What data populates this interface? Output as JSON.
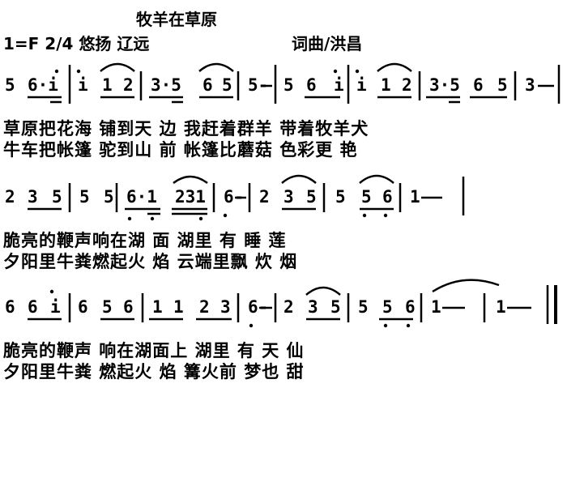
{
  "header": {
    "title": "牧羊在草原",
    "key_tempo": "1=F 2/4 悠扬 辽远",
    "credit": "词曲/洪昌"
  },
  "systems": [
    {
      "notes": "5 6·i|i 1 2|3·5 6 5|5-|5 6 i|i 1 2|3·5 6 5|3-",
      "lyrics": [
        "草原把花海  铺到天  边 我赶着群羊  带着牧羊犬",
        "牛车把帐篷  驼到山  前 帐篷比蘑菇  色彩更  艳"
      ]
    },
    {
      "notes": "2 3 5|5 5|6·1 231|6-|2 3 5|5 5 6|1- |",
      "lyrics": [
        "脆亮的鞭声响在湖  面 湖里  有 睡  莲",
        "夕阳里牛粪燃起火  焰 云端里飘 炊 烟"
      ]
    },
    {
      "notes": "6 6 i|6 5 6|1 1 2 3|6-|2 3 5|5 5 6|1-|1-||",
      "lyrics": [
        "脆亮的鞭声  响在湖面上 湖里  有 天  仙",
        "夕阳里牛粪  燃起火  焰 篝火前 梦也 甜"
      ]
    }
  ]
}
